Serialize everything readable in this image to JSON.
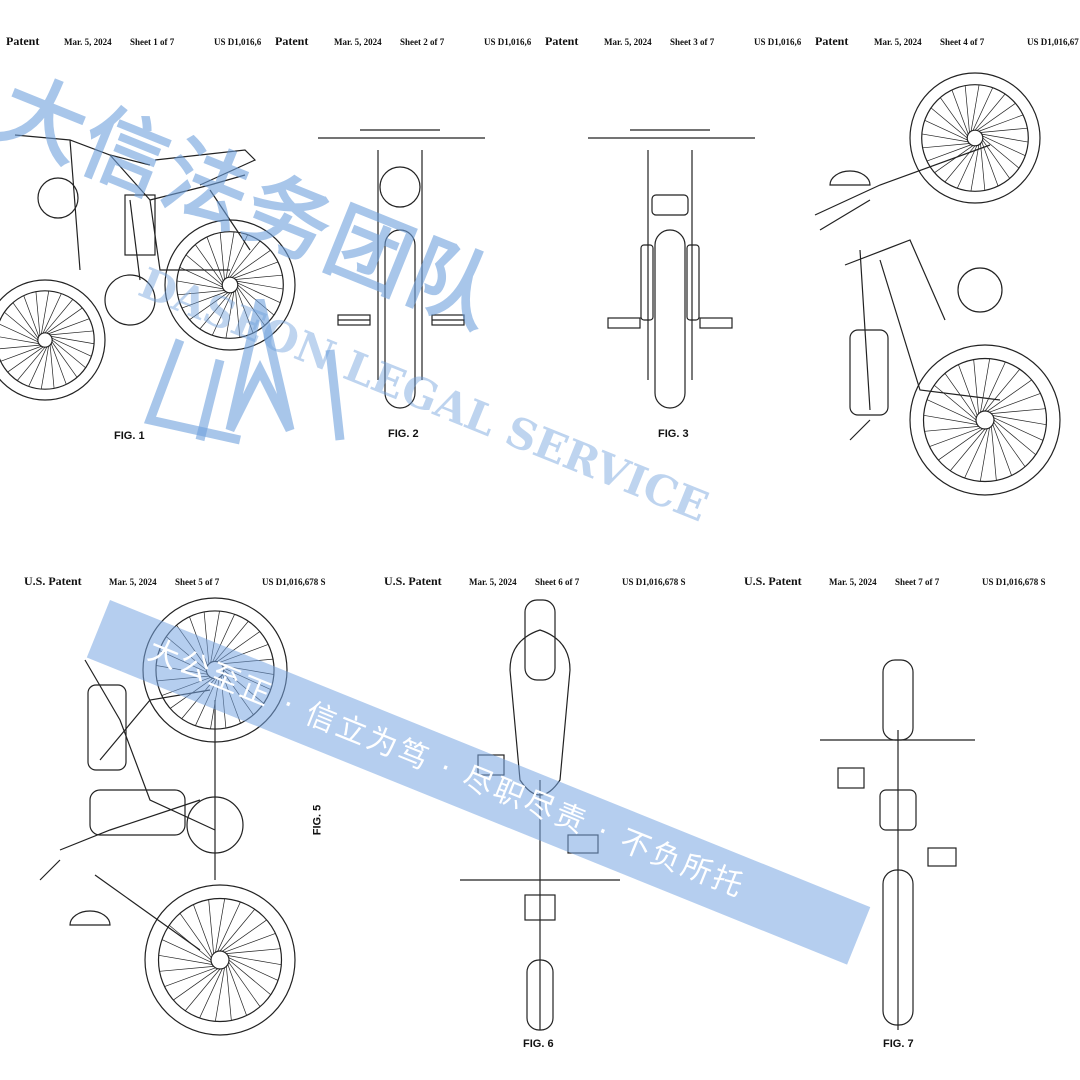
{
  "sheets": [
    {
      "title": "Patent",
      "date": "Mar. 5, 2024",
      "sheet": "Sheet 1 of 7",
      "number": "US D1,016,6"
    },
    {
      "title": "Patent",
      "date": "Mar. 5, 2024",
      "sheet": "Sheet 2 of 7",
      "number": "US D1,016,6"
    },
    {
      "title": "Patent",
      "date": "Mar. 5, 2024",
      "sheet": "Sheet 3 of 7",
      "number": "US D1,016,6"
    },
    {
      "title": "Patent",
      "date": "Mar. 5, 2024",
      "sheet": "Sheet 4 of 7",
      "number": "US D1,016,67"
    },
    {
      "title": "U.S. Patent",
      "date": "Mar. 5, 2024",
      "sheet": "Sheet 5 of 7",
      "number": "US D1,016,678 S"
    },
    {
      "title": "U.S. Patent",
      "date": "Mar. 5, 2024",
      "sheet": "Sheet 6 of 7",
      "number": "US D1,016,678 S"
    },
    {
      "title": "U.S. Patent",
      "date": "Mar. 5, 2024",
      "sheet": "Sheet 7 of 7",
      "number": "US D1,016,678 S"
    }
  ],
  "figures": [
    "FIG. 1",
    "FIG. 2",
    "FIG. 3",
    "FIG. 5",
    "FIG. 6",
    "FIG. 7"
  ],
  "watermark": {
    "name_cn": "大信法务团队",
    "name_en": "DASEON LEGAL SERVICE",
    "motto": "大公至正 · 信立为笃 · 尽职尽责 · 不负所托",
    "color": "#6ea0dc"
  }
}
